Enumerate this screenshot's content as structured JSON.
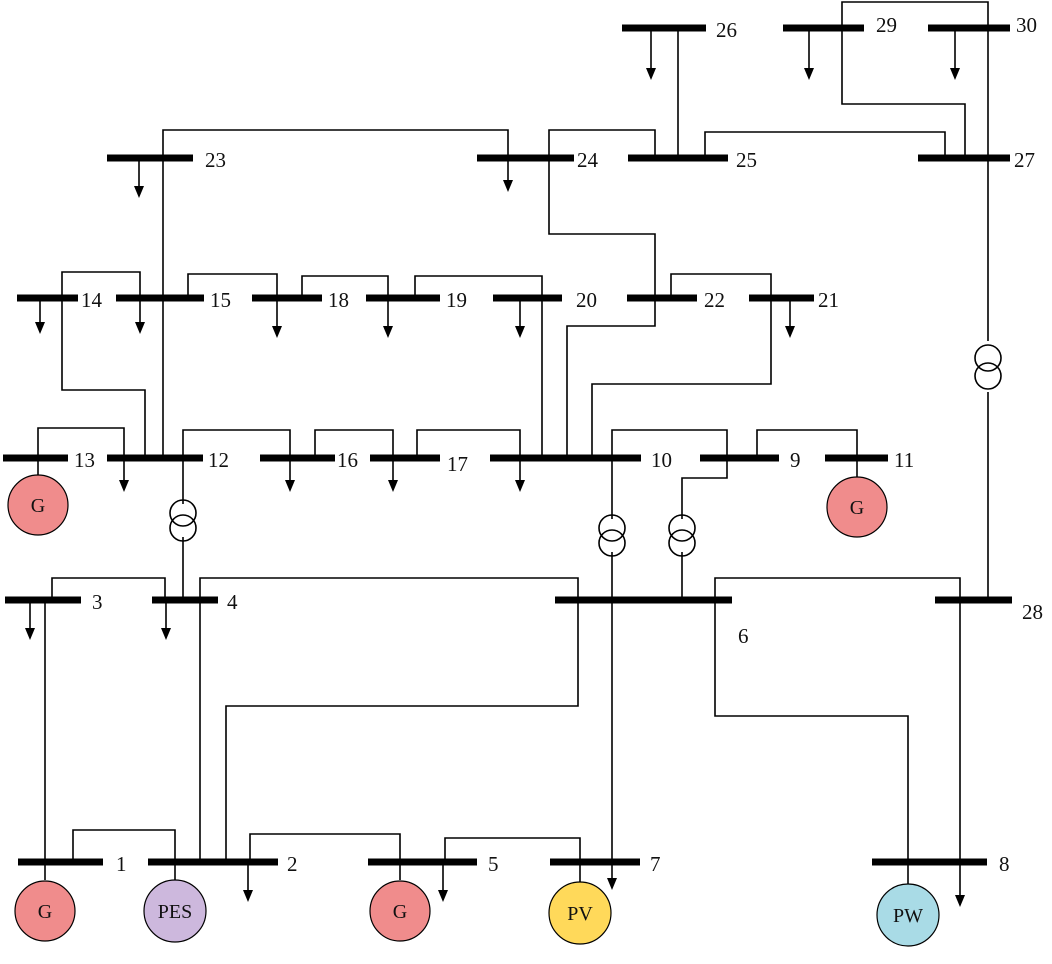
{
  "buses": [
    "1",
    "2",
    "3",
    "4",
    "5",
    "6",
    "7",
    "8",
    "9",
    "10",
    "11",
    "12",
    "13",
    "14",
    "15",
    "16",
    "17",
    "18",
    "19",
    "20",
    "21",
    "22",
    "23",
    "24",
    "25",
    "26",
    "27",
    "28",
    "29",
    "30"
  ],
  "sources": {
    "gen_bus1": {
      "label": "G",
      "color": "#f08c8c"
    },
    "pes_bus2": {
      "label": "PES",
      "color": "#cdb8dd"
    },
    "gen_bus5": {
      "label": "G",
      "color": "#f08c8c"
    },
    "pv_bus7": {
      "label": "PV",
      "color": "#ffd95a"
    },
    "pw_bus8": {
      "label": "PW",
      "color": "#a9dbe6"
    },
    "gen_bus11": {
      "label": "G",
      "color": "#f08c8c"
    },
    "gen_bus13": {
      "label": "G",
      "color": "#f08c8c"
    }
  },
  "colors": {
    "line": "#000000",
    "background": "#ffffff"
  }
}
